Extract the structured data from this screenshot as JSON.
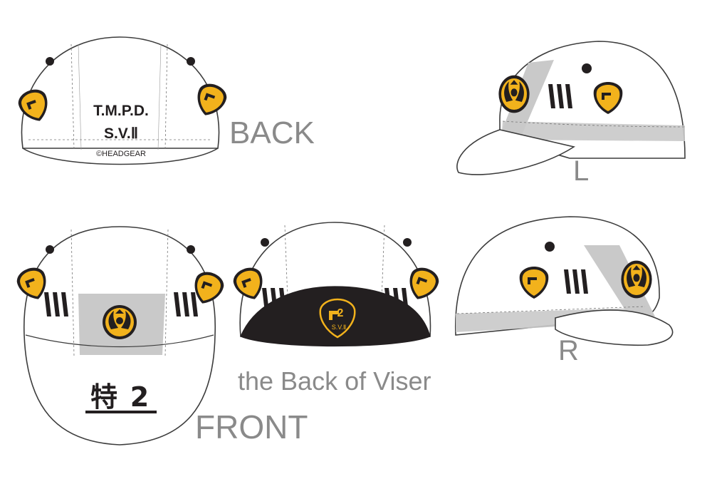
{
  "views": {
    "back": {
      "label": "BACK",
      "print_line1": "T.M.P.D.",
      "print_line2": "S.V.Ⅱ",
      "copyright": "©HEADGEAR"
    },
    "left": {
      "label": "L"
    },
    "front": {
      "label": "FRONT",
      "kanji": "特",
      "number": "2"
    },
    "visor_back": {
      "label": "the Back of Viser"
    },
    "right": {
      "label": "R"
    }
  },
  "emblem": {
    "number": "2",
    "unit": "S.V.Ⅱ"
  },
  "colors": {
    "cap_body": "#ffffff",
    "outline": "#3c3c3c",
    "panel_grey": "#c9c9c9",
    "emblem_gold": "#f2b21c",
    "emblem_dark": "#231f20",
    "label_grey": "#8a8a8a"
  }
}
